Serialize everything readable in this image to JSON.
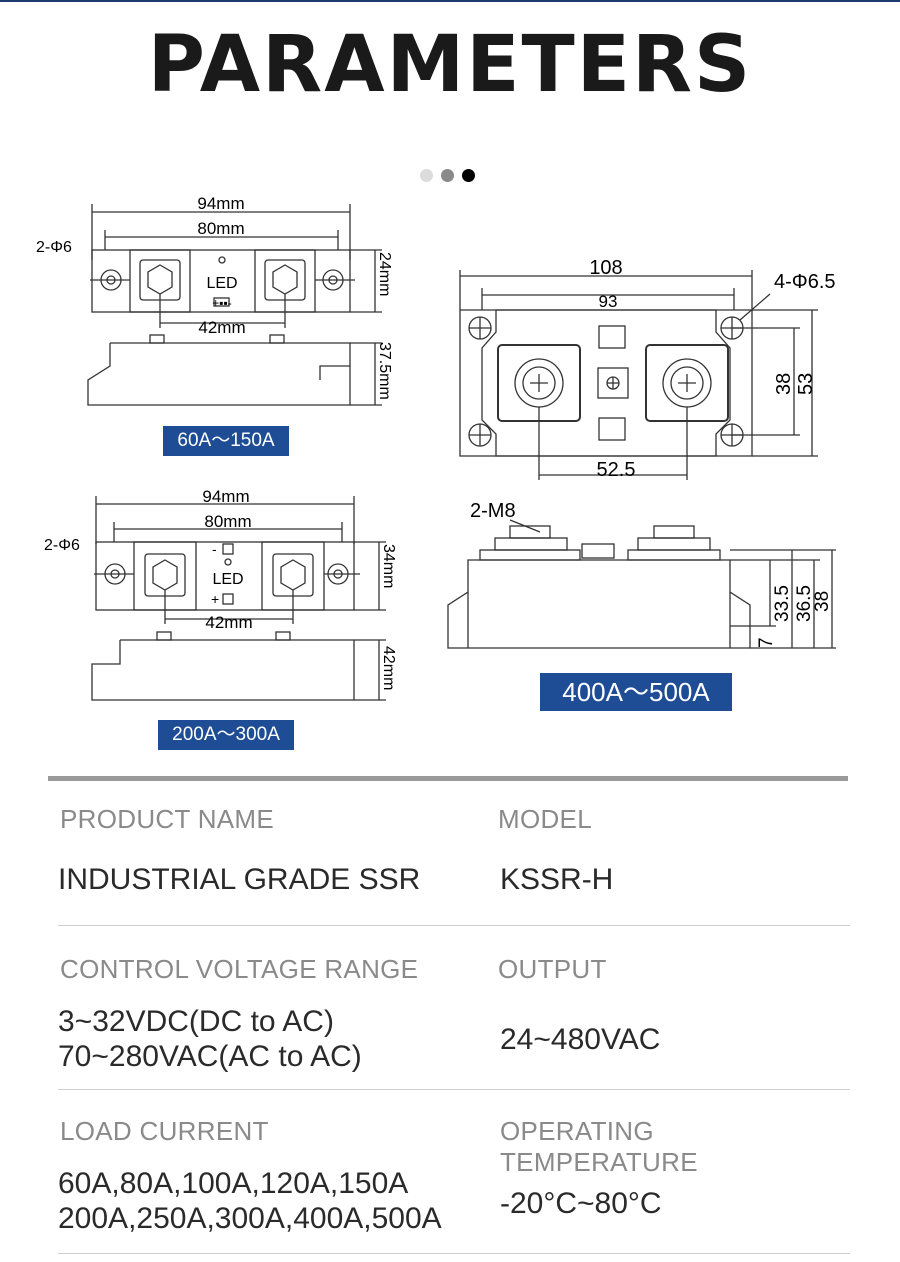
{
  "title": "PARAMETERS",
  "carousel_dots": [
    "#dcdcdc",
    "#8a8a8a",
    "#000000"
  ],
  "diagram_a": {
    "dim_overall": "94mm",
    "dim_holes": "80mm",
    "dim_terminals": "42mm",
    "dim_height": "24mm",
    "dim_depth": "37.5mm",
    "hole_label": "2-Φ6",
    "led_label": "LED",
    "led_polarity": "+▪▪-",
    "badge": "60A～150A"
  },
  "diagram_b": {
    "dim_overall": "94mm",
    "dim_holes": "80mm",
    "dim_terminals": "42mm",
    "dim_height": "34mm",
    "dim_depth": "42mm",
    "hole_label": "2-Φ6",
    "led_label": "LED",
    "minus": "-",
    "plus": "+",
    "badge": "200A～300A"
  },
  "diagram_c": {
    "dim_overall": "108",
    "dim_holes": "93",
    "dim_terminals": "52.5",
    "dim_inner": "38",
    "dim_outer": "53",
    "hole_label": "4-Φ6.5",
    "screw_label": "2-M8",
    "side_dims": [
      "33.5",
      "36.5",
      "38",
      "7"
    ],
    "badge": "400A～500A"
  },
  "specs": [
    {
      "left_label": "PRODUCT NAME",
      "left_value": [
        "INDUSTRIAL GRADE SSR"
      ],
      "right_label": "MODEL",
      "right_value": "KSSR-H"
    },
    {
      "left_label": "CONTROL VOLTAGE RANGE",
      "left_value": [
        "3~32VDC(DC to AC)",
        "70~280VAC(AC to AC)"
      ],
      "right_label": "OUTPUT",
      "right_value": "24~480VAC"
    },
    {
      "left_label": "LOAD CURRENT",
      "left_value": [
        "60A,80A,100A,120A,150A",
        "200A,250A,300A,400A,500A"
      ],
      "right_label": "OPERATING TEMPERATURE",
      "right_value": "-20°C~80°C"
    }
  ],
  "colors": {
    "badge": "#1e4d95",
    "divider": "#9a9a9a",
    "label": "#8a8a8a"
  }
}
